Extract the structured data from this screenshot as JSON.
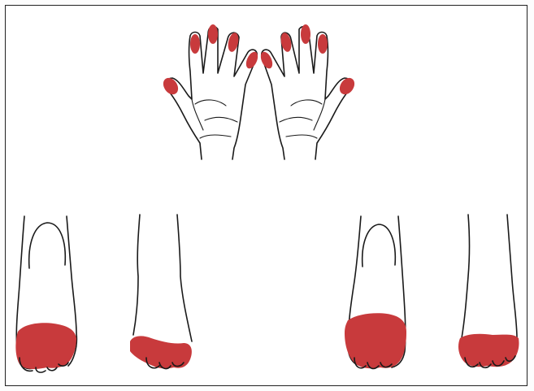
{
  "colors": {
    "affected_area": "#c83a3c",
    "outline": "#1a1a1a",
    "background": "#ffffff"
  },
  "regions": [
    {
      "name": "hands-palmar",
      "highlight": "fingertips"
    },
    {
      "name": "left-foot-sole",
      "highlight": "forefoot-and-toes"
    },
    {
      "name": "left-foot-dorsum",
      "highlight": "toes"
    },
    {
      "name": "right-foot-sole",
      "highlight": "forefoot-and-toes"
    },
    {
      "name": "right-foot-dorsum",
      "highlight": "toes"
    }
  ]
}
